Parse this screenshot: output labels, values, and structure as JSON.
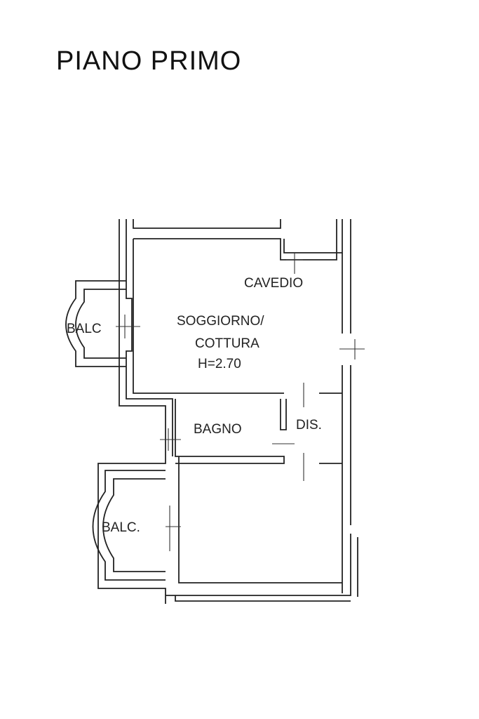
{
  "title": "PIANO PRIMO",
  "rooms": {
    "cavedio": "CAVEDIO",
    "soggiorno_line1": "SOGGIORNO/",
    "soggiorno_line2": "COTTURA",
    "height": "H=2.70",
    "balcony_top": "BALC",
    "bagno": "BAGNO",
    "dis": "DIS.",
    "balcony_bottom": "BALC."
  }
}
